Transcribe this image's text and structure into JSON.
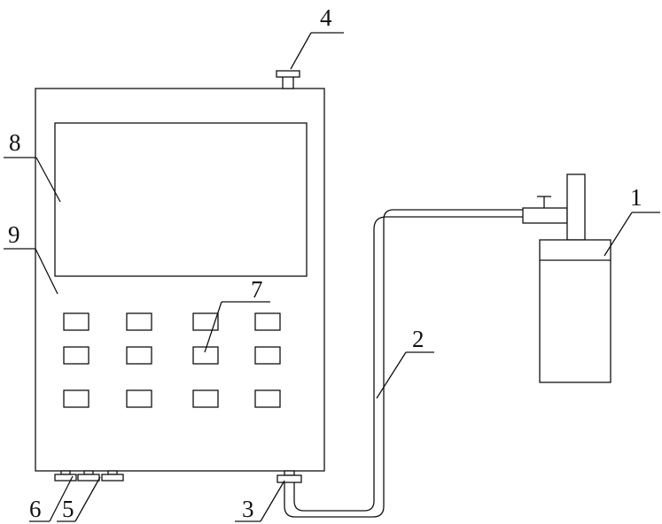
{
  "labels": {
    "n1": "1",
    "n2": "2",
    "n3": "3",
    "n4": "4",
    "n5": "5",
    "n6": "6",
    "n7": "7",
    "n8": "8",
    "n9": "9"
  },
  "colors": {
    "line": "#111111",
    "background": "#ffffff"
  }
}
